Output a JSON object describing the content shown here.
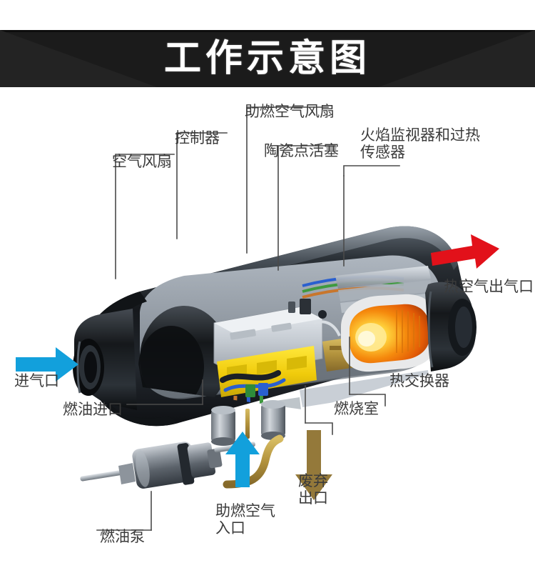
{
  "header": {
    "title": "工作示意图",
    "background_color": "#1b1b1b",
    "title_color": "#ffffff"
  },
  "diagram": {
    "subject": "diesel-air-parking-heater-cutaway",
    "background_color": "#ffffff"
  },
  "labels": {
    "air_fan": "空气风扇",
    "controller": "控制器",
    "combustion_air_fan": "助燃空气风扇",
    "ceramic_ignition_piston": "陶瓷点活塞",
    "flame_monitor_overheat_sensor": "火焰监视器和过热\n传感器",
    "hot_air_outlet": "热空气出气口",
    "heat_exchanger": "热交换器",
    "combustion_chamber": "燃烧室",
    "air_intake": "进气口",
    "fuel_inlet": "燃油进口",
    "fuel_pump": "燃油泵",
    "combustion_air_inlet": "助燃空气\n入口",
    "exhaust_outlet": "废弃\n出口"
  },
  "arrows": {
    "air_intake": {
      "name": "intake-arrow",
      "color": "#12a0dc",
      "direction": "right"
    },
    "hot_air_outlet": {
      "name": "hot-air-arrow",
      "color": "#e2111a",
      "direction": "right"
    },
    "combustion_air_inlet": {
      "name": "combustion-air-arrow",
      "color": "#12a0dc",
      "direction": "up"
    },
    "exhaust_outlet": {
      "name": "exhaust-arrow",
      "color": "#94793a",
      "direction": "down"
    }
  },
  "colors": {
    "leader_line": "#4a4a4a",
    "label_text": "#3b3b3b",
    "housing_dark": "#1d2024",
    "housing_mid": "#3c434b",
    "metal_light": "#c8ccd2",
    "controller_box": "#d9dde2",
    "connector_yellow": "#f2d313",
    "flame_orange": "#f07c10",
    "flame_core": "#ffe27a",
    "brass": "#b99a46",
    "wire_blue": "#2a5fcf",
    "wire_orange": "#c8762c",
    "wire_green": "#3f9a3f"
  }
}
